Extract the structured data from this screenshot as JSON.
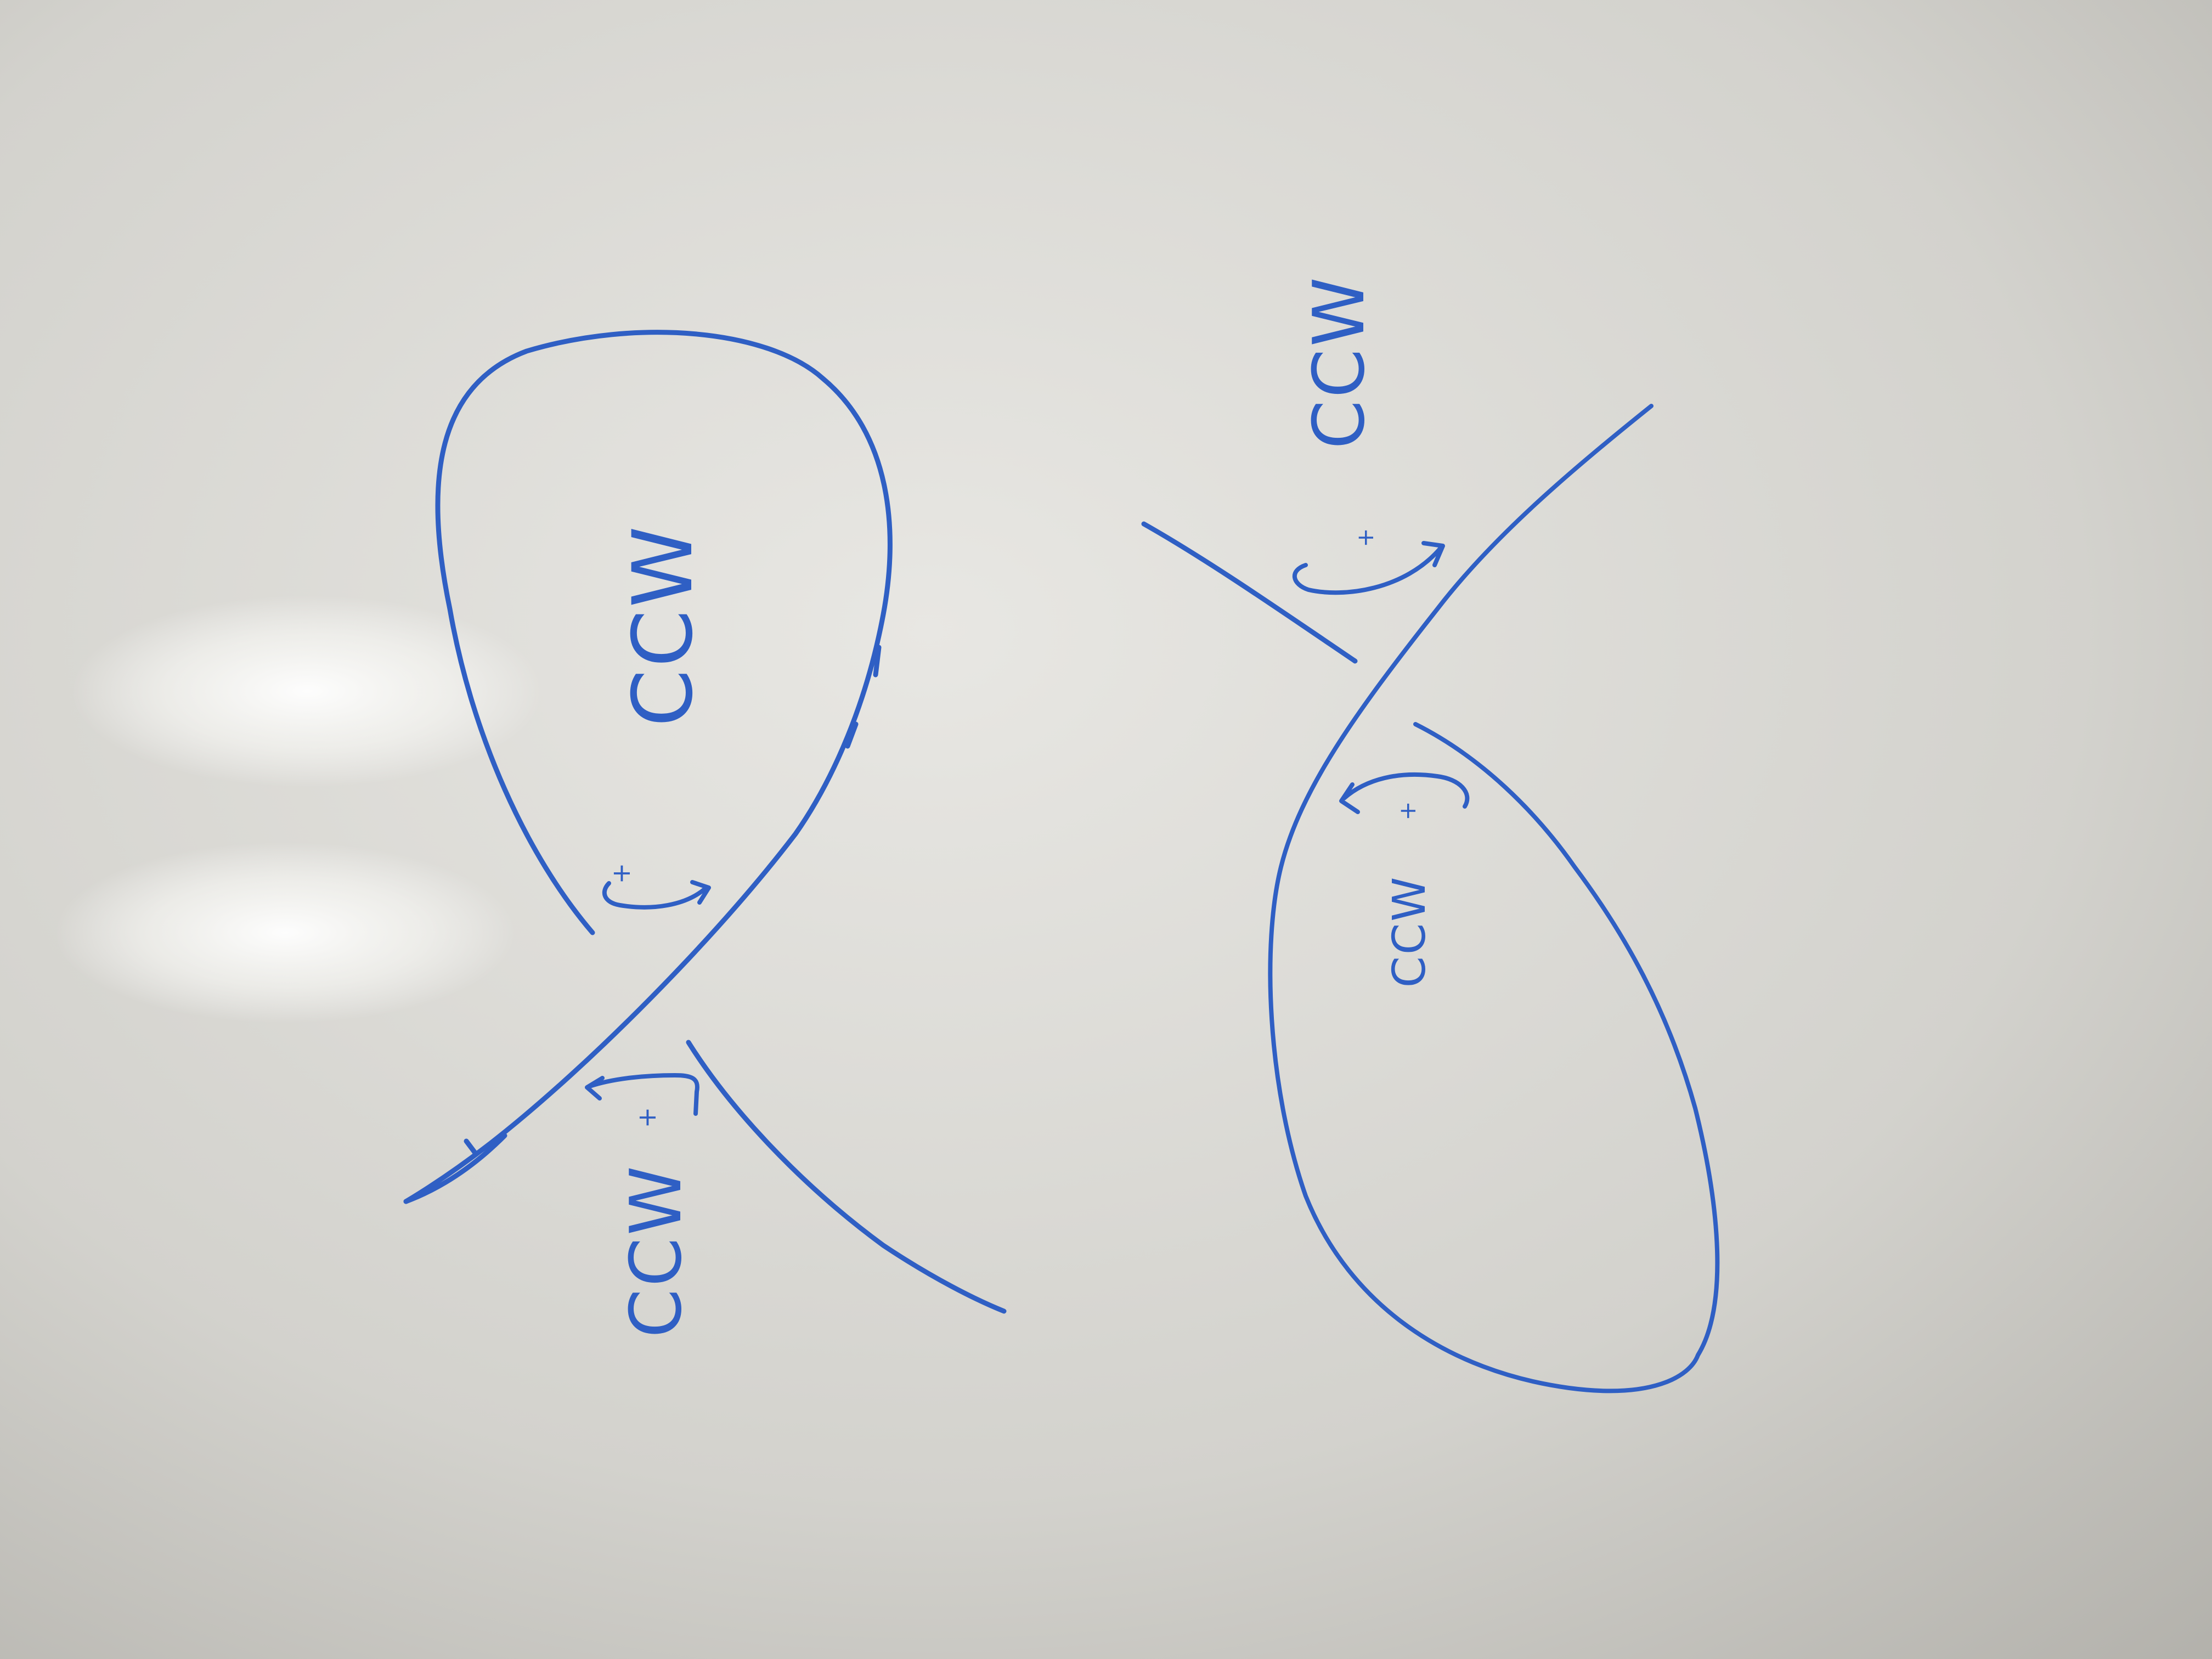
{
  "ink_color": "#2f5fc4",
  "board_colors": {
    "light": "#e8e7e3",
    "mid": "#d3d2cd",
    "shadow": "#a9a7a1"
  },
  "left_figure": {
    "loop_label": "CCW",
    "crossing_sign_upper": "+",
    "crossing_sign_lower": "+",
    "bottom_label": "CCW"
  },
  "right_figure": {
    "top_label": "CCW",
    "crossing_sign_upper": "+",
    "crossing_sign_lower": "+",
    "loop_label": "CCW"
  }
}
